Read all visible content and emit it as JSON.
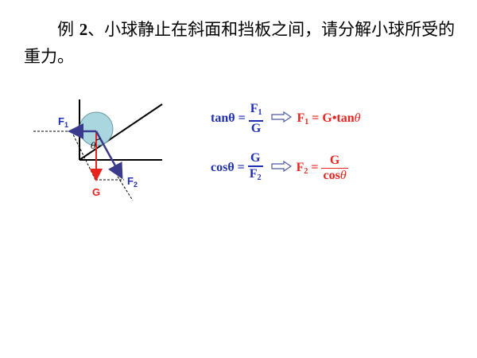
{
  "problem": {
    "prefix": "例",
    "number": "2",
    "text": "、小球静止在斜面和挡板之间，请分解小球所受的重力。"
  },
  "diagram": {
    "labels": {
      "f1": "F",
      "f1_sub": "1",
      "f2": "F",
      "f2_sub": "2",
      "g": "G",
      "theta": "θ"
    },
    "colors": {
      "ball": "#a9d6df",
      "gravity": "#e8221c",
      "force": "#3a3a8c",
      "line": "#000000"
    }
  },
  "equations": {
    "eq1": {
      "lhs": "tanθ =",
      "num_main": "F",
      "num_sub": "1",
      "den": "G",
      "res_main": "F",
      "res_sub": "1",
      "res_rest": "= G•tan",
      "res_theta": "θ"
    },
    "eq2": {
      "lhs": "cosθ =",
      "num": "G",
      "den_main": "F",
      "den_sub": "2",
      "res_main": "F",
      "res_sub": "2",
      "res_eq": "=",
      "res_num": "G",
      "res_den_main": "cos",
      "res_den_theta": "θ"
    },
    "colors": {
      "blue": "#1f2fb4",
      "red": "#e8221c"
    }
  }
}
